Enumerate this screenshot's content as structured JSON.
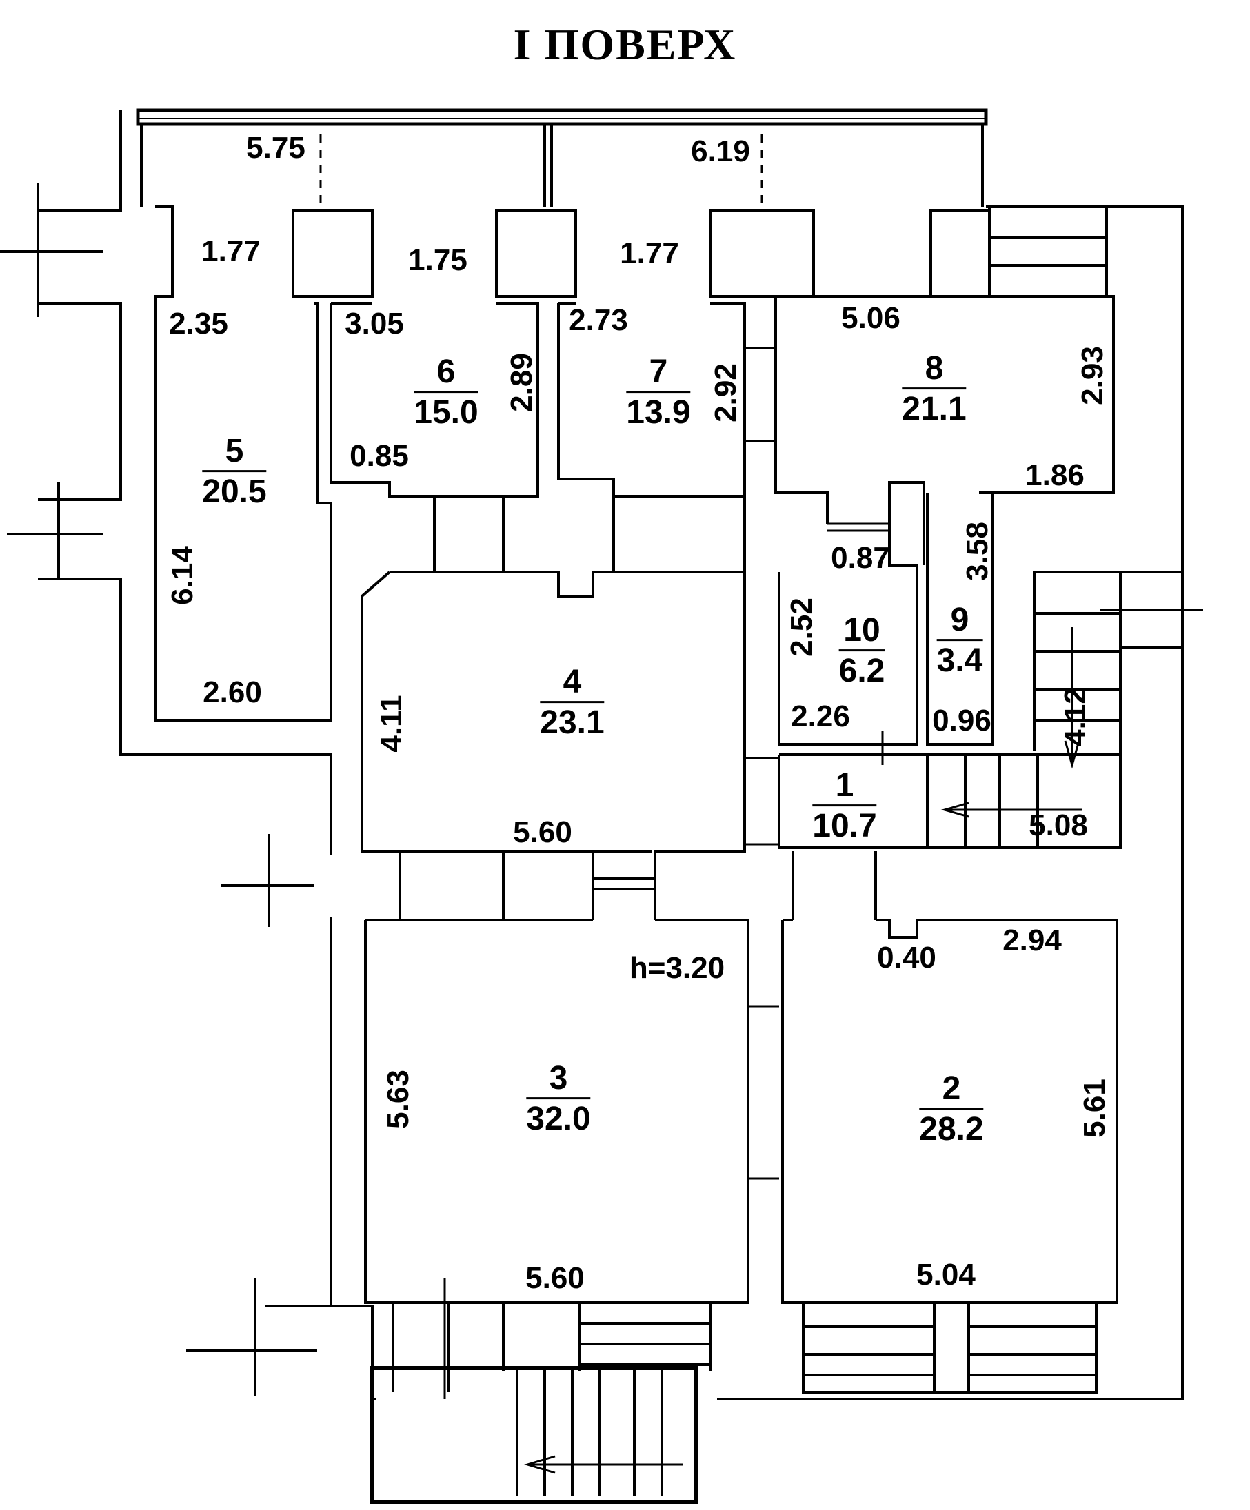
{
  "title": "I   ПОВЕРХ",
  "ceiling_height": "h=3.20",
  "rooms": [
    {
      "number": "1",
      "area": "10.7"
    },
    {
      "number": "2",
      "area": "28.2"
    },
    {
      "number": "3",
      "area": "32.0"
    },
    {
      "number": "4",
      "area": "23.1"
    },
    {
      "number": "5",
      "area": "20.5"
    },
    {
      "number": "6",
      "area": "15.0"
    },
    {
      "number": "7",
      "area": "13.9"
    },
    {
      "number": "8",
      "area": "21.1"
    },
    {
      "number": "9",
      "area": "3.4"
    },
    {
      "number": "10",
      "area": "6.2"
    }
  ],
  "dimensions": {
    "d575": "5.75",
    "d619": "6.19",
    "d177a": "1.77",
    "d175": "1.75",
    "d177b": "1.77",
    "d235": "2.35",
    "d305": "3.05",
    "d273": "2.73",
    "d506": "5.06",
    "d289": "2.89",
    "d292": "2.92",
    "d293": "2.93",
    "d085": "0.85",
    "d186": "1.86",
    "d087": "0.87",
    "d358": "3.58",
    "d614": "6.14",
    "d260": "2.60",
    "d252": "2.52",
    "d226": "2.26",
    "d096": "0.96",
    "d412": "4.12",
    "d411": "4.11",
    "d560a": "5.60",
    "d508": "5.08",
    "d040": "0.40",
    "d294": "2.94",
    "d563": "5.63",
    "d561": "5.61",
    "d560b": "5.60",
    "d504": "5.04"
  }
}
